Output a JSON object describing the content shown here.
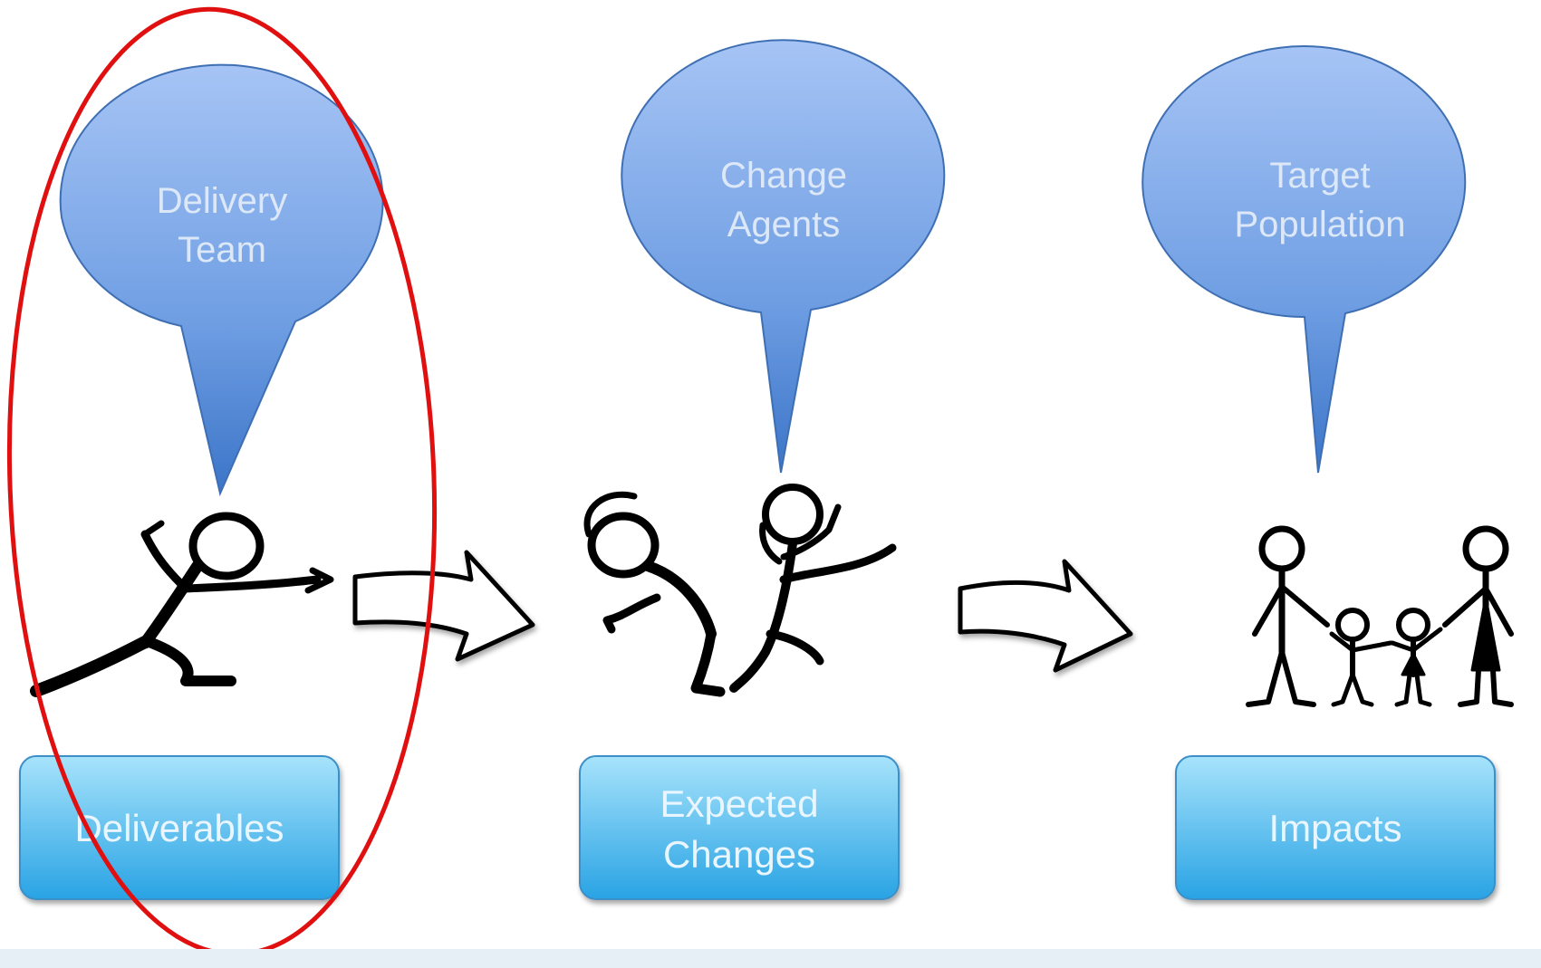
{
  "bubbles": [
    {
      "id": "delivery",
      "lines": [
        "Delivery",
        "Team"
      ]
    },
    {
      "id": "change",
      "lines": [
        "Change",
        "Agents"
      ]
    },
    {
      "id": "target",
      "lines": [
        "Target",
        "Population"
      ]
    }
  ],
  "boxes": [
    {
      "id": "deliverables",
      "lines": [
        "Deliverables"
      ]
    },
    {
      "id": "expected",
      "lines": [
        "Expected",
        "Changes"
      ]
    },
    {
      "id": "impacts",
      "lines": [
        "Impacts"
      ]
    }
  ],
  "colors": {
    "bubble_top": "#a4c2f4",
    "bubble_bottom": "#3f78c9",
    "box_top": "#9fe0fb",
    "box_bottom": "#2aa6e6",
    "highlight": "#e01010"
  }
}
